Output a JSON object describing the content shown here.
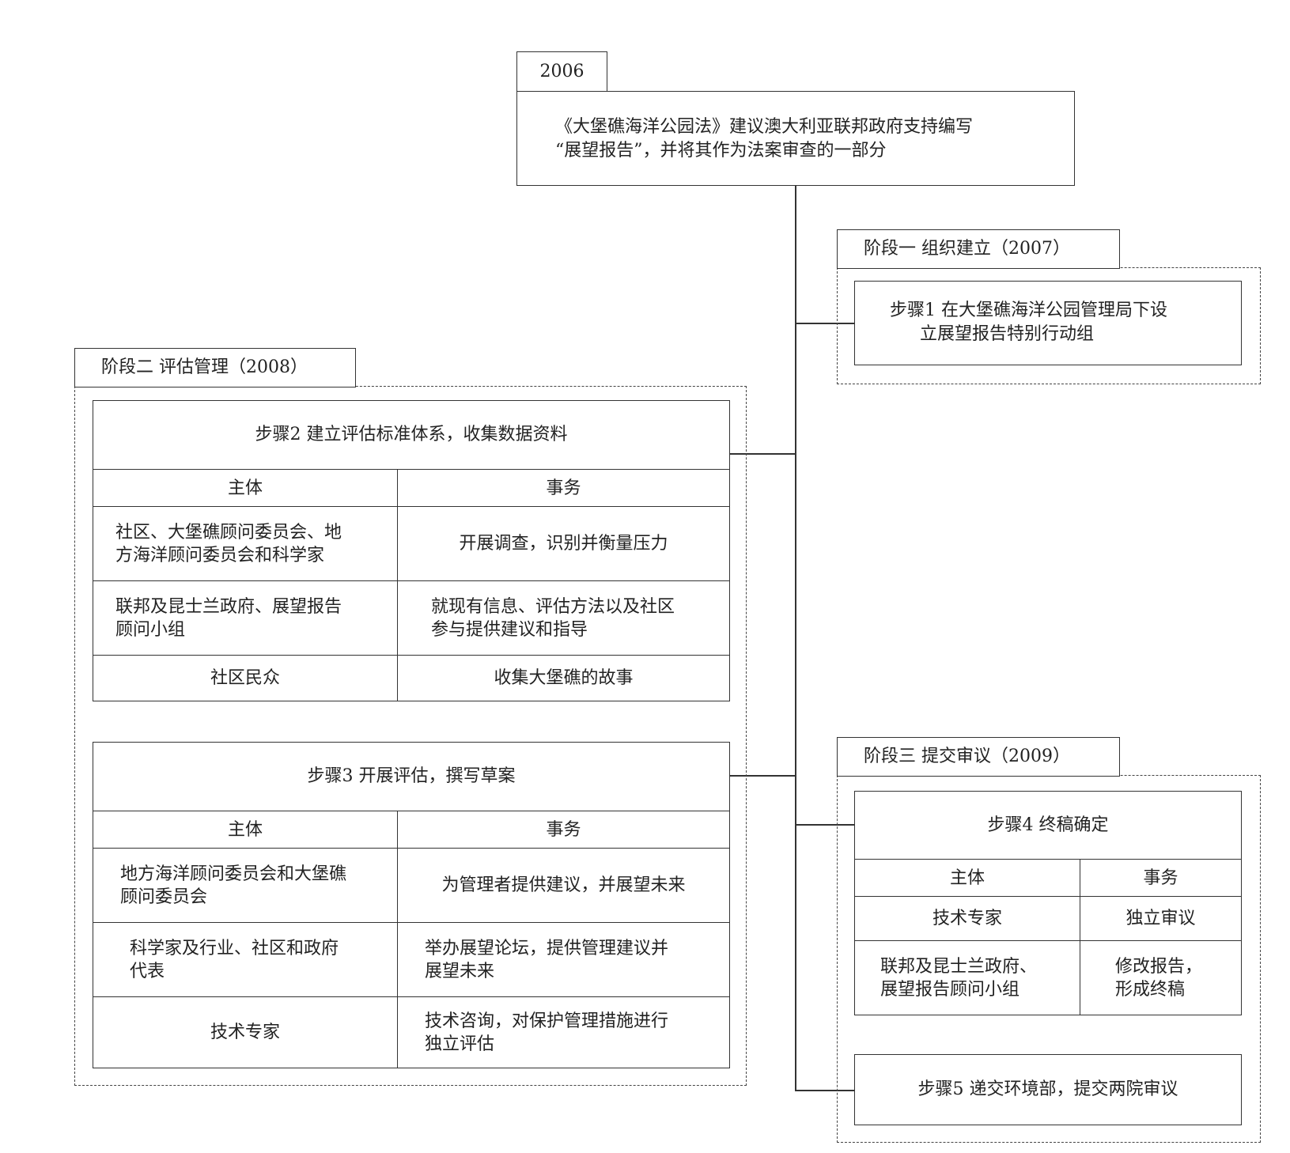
{
  "top": {
    "year": "2006",
    "text_l1": "《大堡礁海洋公园法》建议澳大利亚联邦政府支持编写",
    "text_l2": "“展望报告”，并将其作为法案审查的一部分"
  },
  "phase1": {
    "title": "阶段一 组织建立（2007）",
    "step1_l1": "步骤1 在大堡礁海洋公园管理局下设",
    "step1_l2": "立展望报告特别行动组"
  },
  "phase2": {
    "title": "阶段二 评估管理（2008）",
    "step2": {
      "title": "步骤2 建立评估标准体系，收集数据资料",
      "col_subject": "主体",
      "col_task": "事务",
      "rows": [
        {
          "subject_l1": "社区、大堡礁顾问委员会、地",
          "subject_l2": "方海洋顾问委员会和科学家",
          "task_l1": "开展调查，识别并衡量压力",
          "task_l2": ""
        },
        {
          "subject_l1": "联邦及昆士兰政府、展望报告",
          "subject_l2": "顾问小组",
          "task_l1": "就现有信息、评估方法以及社区",
          "task_l2": "参与提供建议和指导"
        },
        {
          "subject_l1": "社区民众",
          "subject_l2": "",
          "task_l1": "收集大堡礁的故事",
          "task_l2": ""
        }
      ]
    },
    "step3": {
      "title": "步骤3 开展评估，撰写草案",
      "col_subject": "主体",
      "col_task": "事务",
      "rows": [
        {
          "subject_l1": "地方海洋顾问委员会和大堡礁",
          "subject_l2": "顾问委员会",
          "task_l1": "为管理者提供建议，并展望未来",
          "task_l2": ""
        },
        {
          "subject_l1": "科学家及行业、社区和政府",
          "subject_l2": "代表",
          "task_l1": "举办展望论坛，提供管理建议并",
          "task_l2": "展望未来"
        },
        {
          "subject_l1": "技术专家",
          "subject_l2": "",
          "task_l1": "技术咨询，对保护管理措施进行",
          "task_l2": "独立评估"
        }
      ]
    }
  },
  "phase3": {
    "title": "阶段三 提交审议（2009）",
    "step4": {
      "title": "步骤4 终稿确定",
      "col_subject": "主体",
      "col_task": "事务",
      "rows": [
        {
          "subject_l1": "技术专家",
          "subject_l2": "",
          "task_l1": "独立审议",
          "task_l2": ""
        },
        {
          "subject_l1": "联邦及昆士兰政府、",
          "subject_l2": "展望报告顾问小组",
          "task_l1": "修改报告，",
          "task_l2": "形成终稿"
        }
      ]
    },
    "step5": "步骤5 递交环境部，提交两院审议"
  }
}
